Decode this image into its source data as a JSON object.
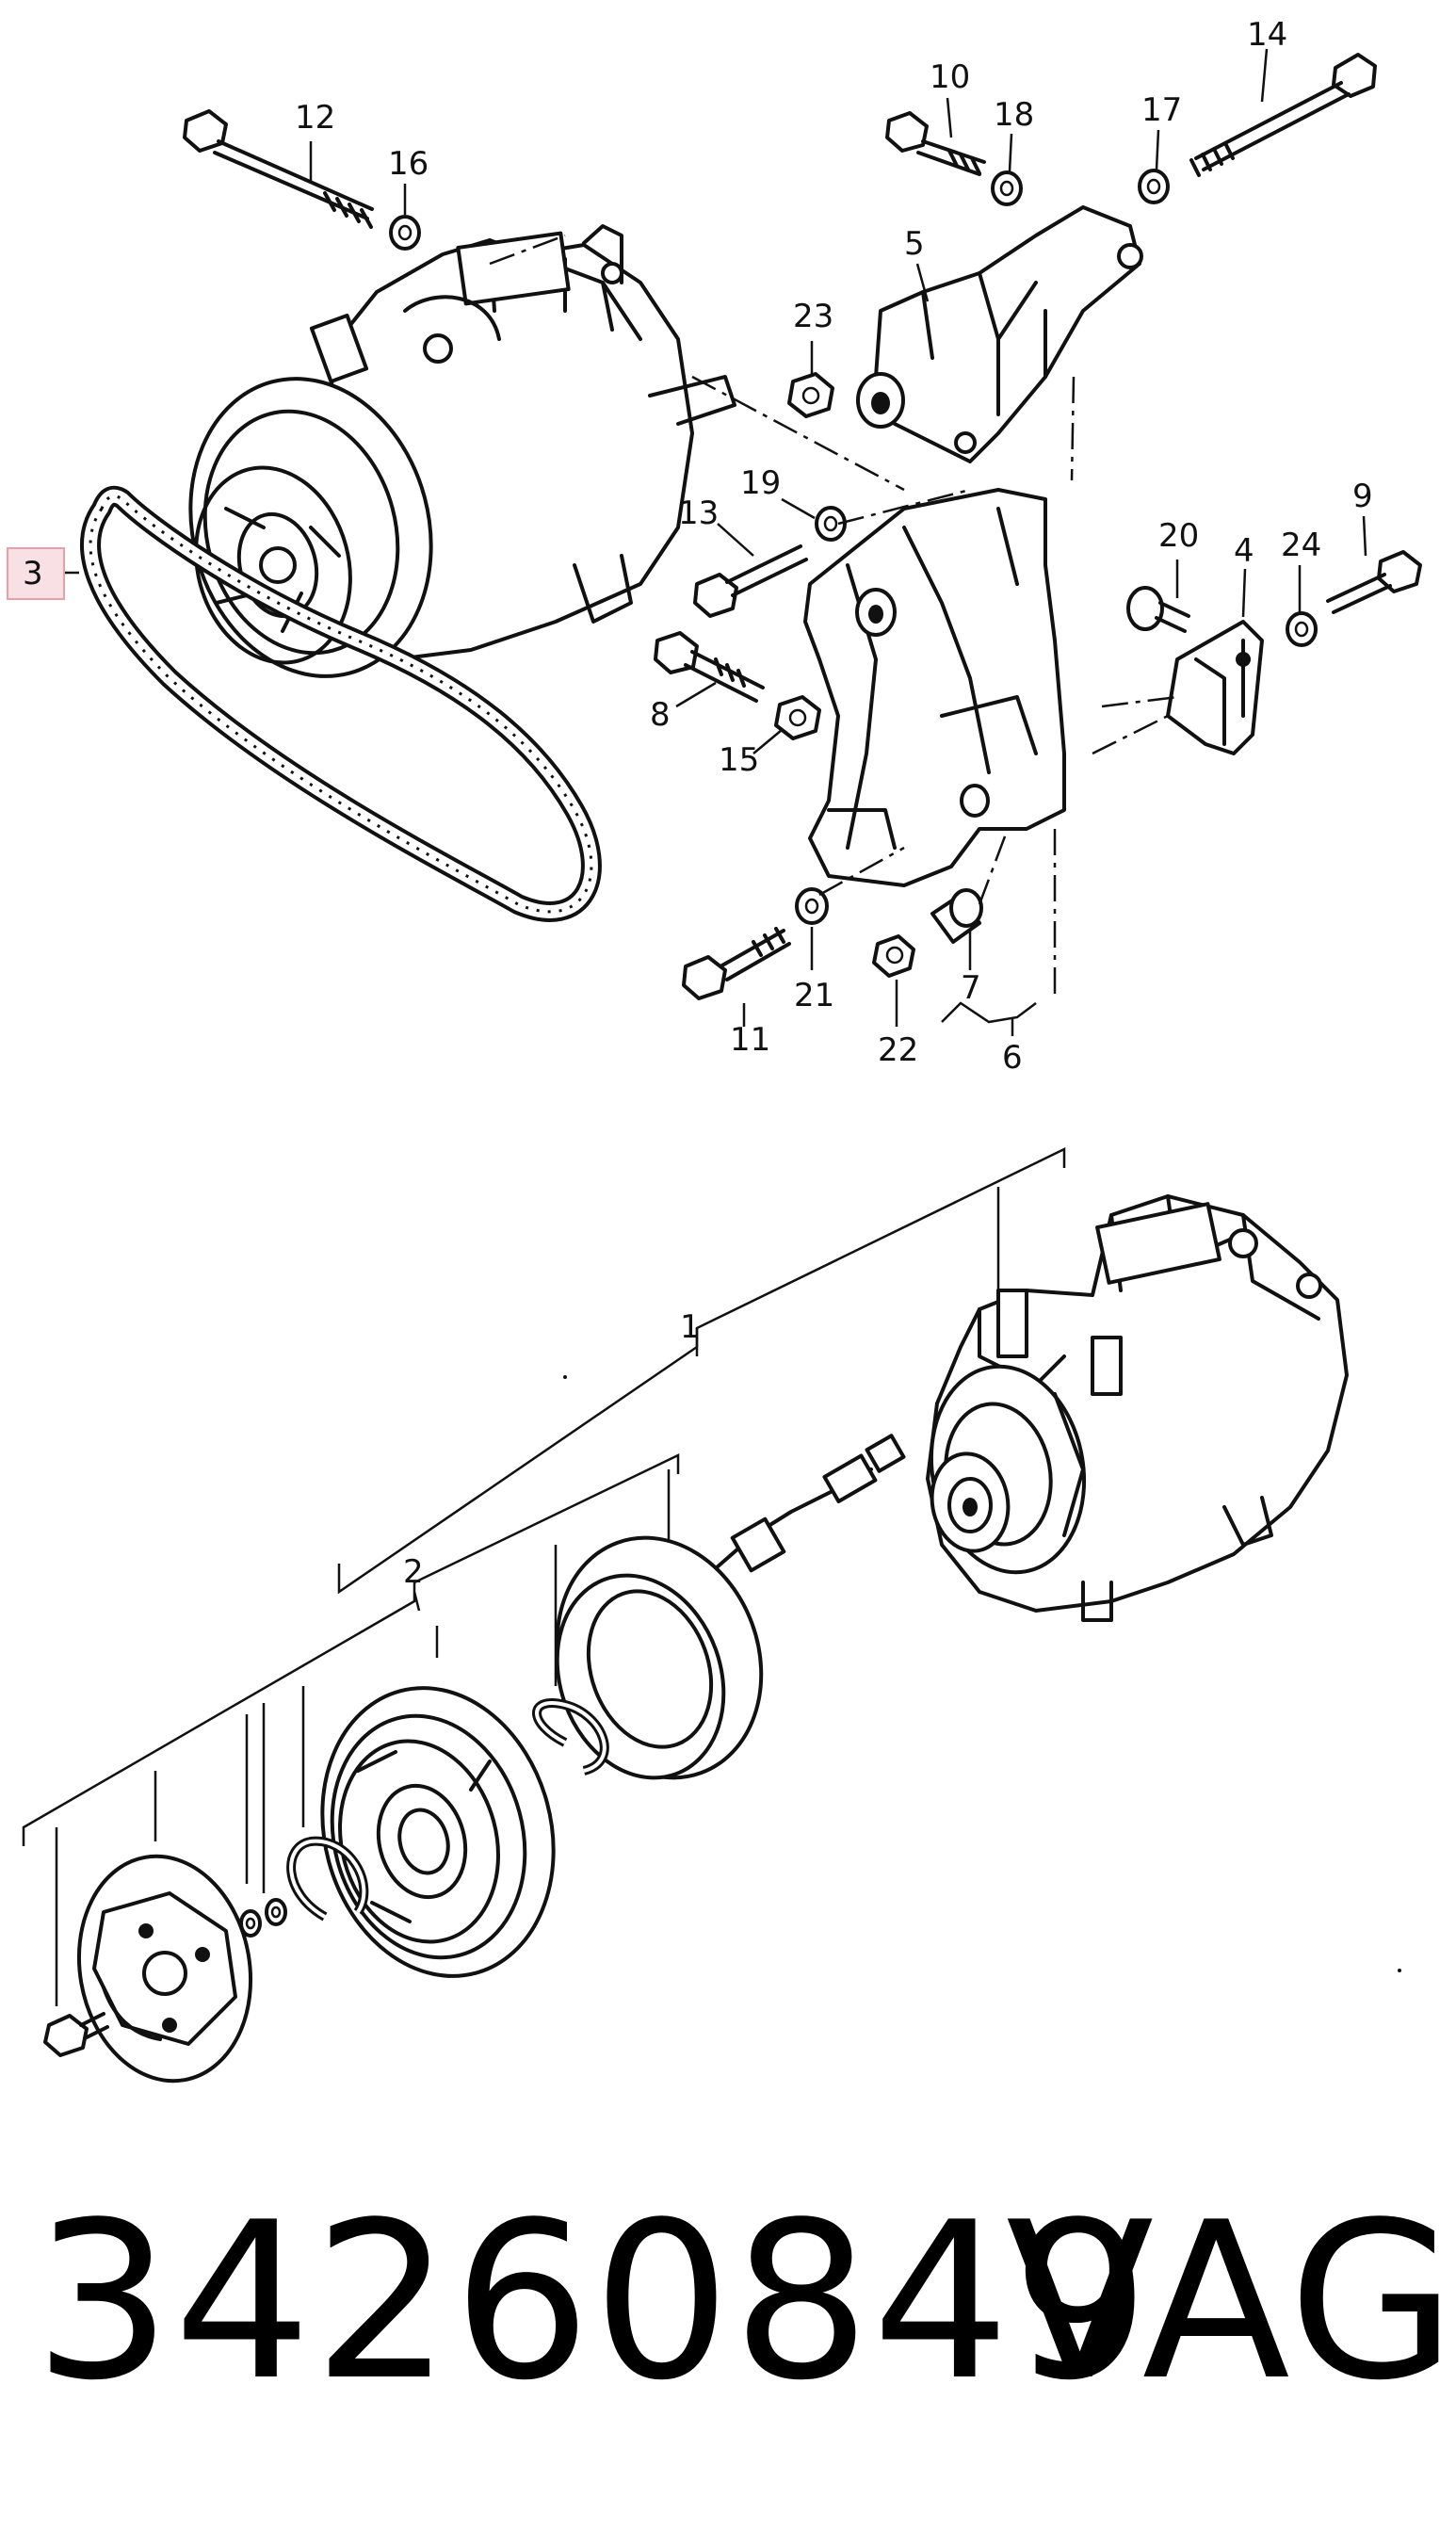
{
  "callouts": {
    "c1": "1",
    "c2": "2",
    "c3": "3",
    "c4": "4",
    "c5": "5",
    "c6": "6",
    "c7": "7",
    "c8": "8",
    "c9": "9",
    "c10": "10",
    "c11": "11",
    "c12": "12",
    "c13": "13",
    "c14": "14",
    "c15": "15",
    "c16": "16",
    "c17": "17",
    "c18": "18",
    "c19": "19",
    "c20": "20",
    "c21": "21",
    "c22": "22",
    "c23": "23",
    "c24": "24"
  },
  "highlight": {
    "color": "#e8a0a8"
  },
  "footer": {
    "part_number": "34260849",
    "brand": "VAG"
  }
}
